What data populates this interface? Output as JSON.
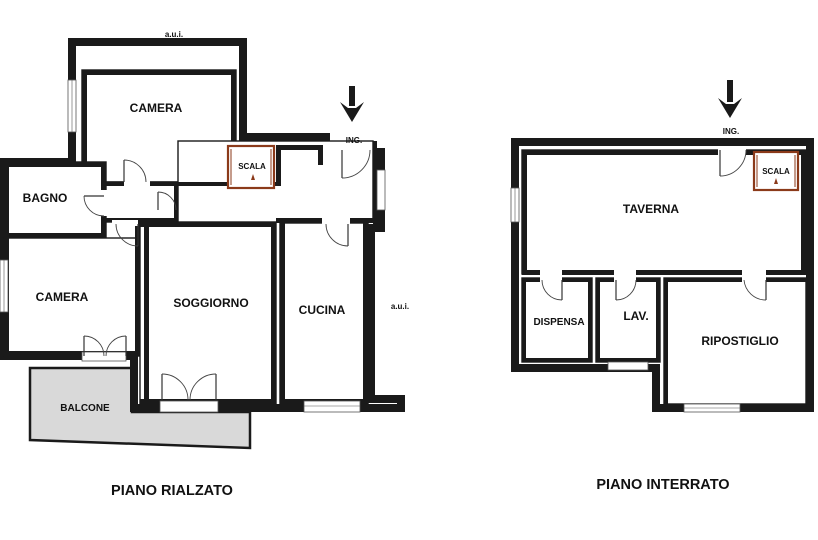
{
  "plans": {
    "ground": {
      "title": "PIANO RIALZATO",
      "rooms": {
        "camera_top": "CAMERA",
        "bagno": "BAGNO",
        "camera_left": "CAMERA",
        "soggiorno": "SOGGIORNO",
        "cucina": "CUCINA",
        "balcone": "BALCONE",
        "scala": "SCALA"
      },
      "entrance": "ING.",
      "aui_top": "a.u.i.",
      "aui_right": "a.u.i."
    },
    "basement": {
      "title": "PIANO INTERRATO",
      "rooms": {
        "taverna": "TAVERNA",
        "scala": "SCALA",
        "dispensa": "DISPENSA",
        "lav": "LAV.",
        "ripostiglio": "RIPOSTIGLIO"
      },
      "entrance": "ING."
    }
  },
  "colors": {
    "wall": "#1a1a1a",
    "balcony_fill": "#d9d9d9",
    "stair_accent": "#8b3a1a"
  },
  "icons": [
    "down-arrow-icon",
    "door-icon",
    "window-icon",
    "stair-icon"
  ]
}
